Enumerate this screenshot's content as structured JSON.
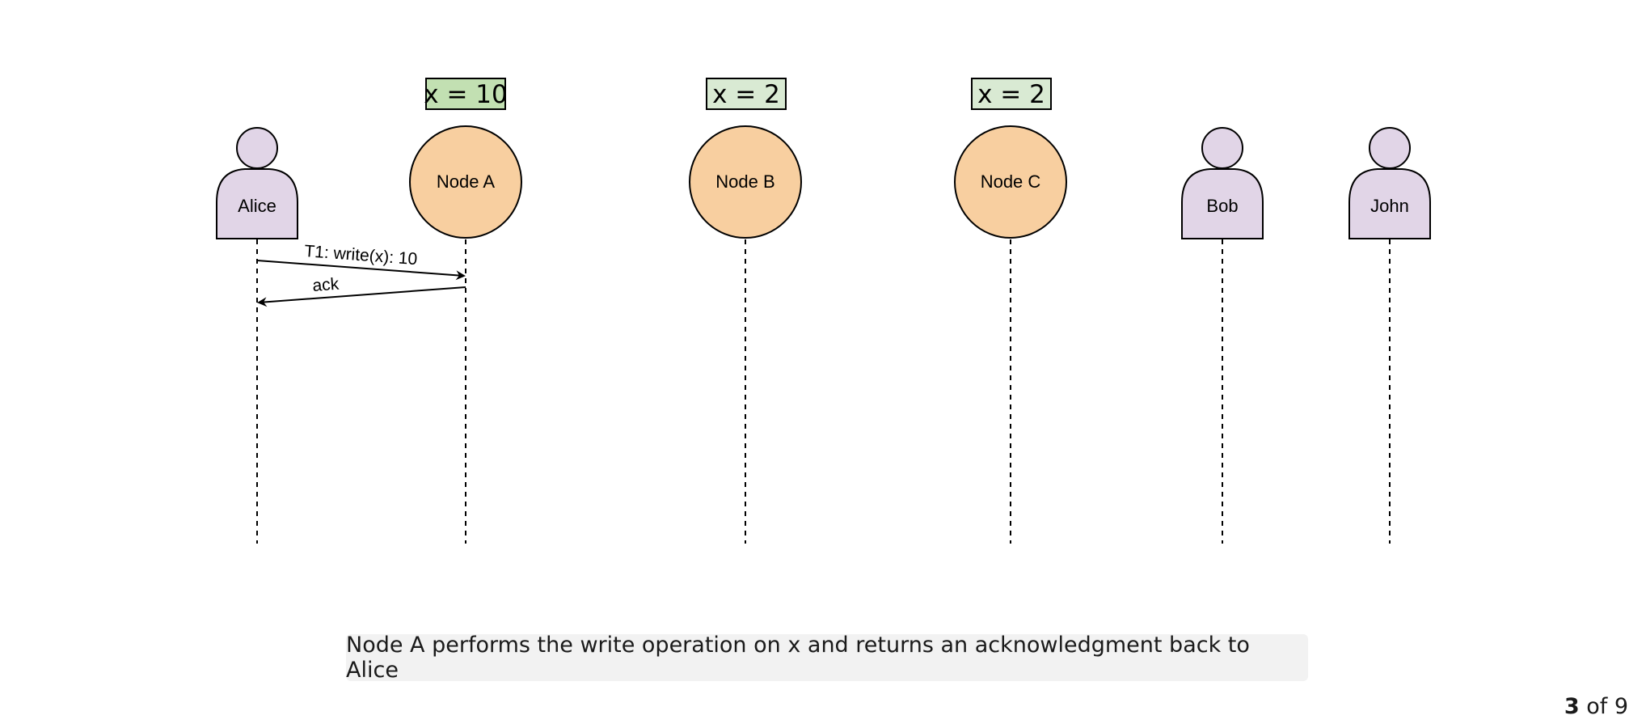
{
  "actors": [
    {
      "id": "alice",
      "label": "Alice"
    },
    {
      "id": "bob",
      "label": "Bob"
    },
    {
      "id": "john",
      "label": "John"
    }
  ],
  "nodes": [
    {
      "id": "node-a",
      "label": "Node A",
      "value": "x = 10",
      "value_highlight": true
    },
    {
      "id": "node-b",
      "label": "Node B",
      "value": "x = 2",
      "value_highlight": false
    },
    {
      "id": "node-c",
      "label": "Node C",
      "value": "x = 2",
      "value_highlight": false
    }
  ],
  "messages": [
    {
      "from": "alice",
      "to": "node-a",
      "label": "T1: write(x): 10"
    },
    {
      "from": "node-a",
      "to": "alice",
      "label": "ack"
    }
  ],
  "colors": {
    "actor_fill": "#e1d5e7",
    "node_fill": "#f8cfa0",
    "value_fill_highlight": "#c2e0b2",
    "value_fill": "#d9ead3",
    "caption_bg": "#f2f2f2"
  },
  "caption": "Node A performs the write operation on x and returns an acknowledgment back to Alice",
  "pager": {
    "current": "3",
    "suffix": " of 9"
  }
}
